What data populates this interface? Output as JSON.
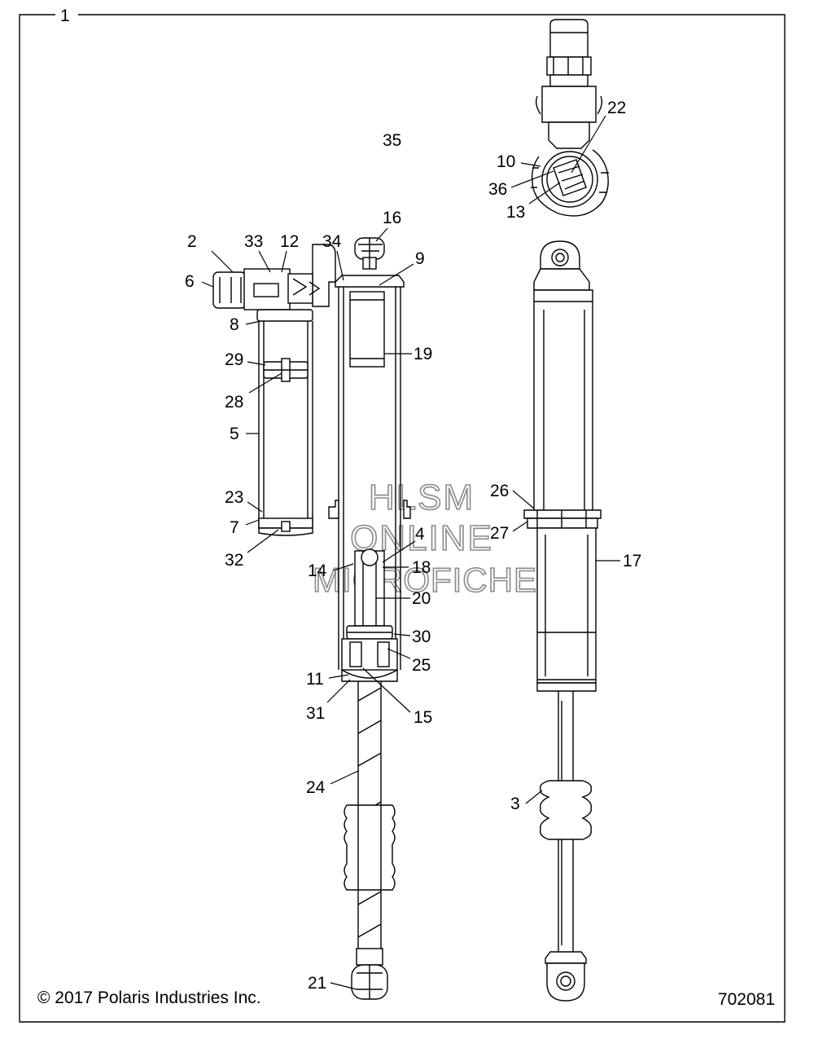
{
  "diagram": {
    "frame_number": "1",
    "copyright": "© 2017 Polaris Industries Inc.",
    "drawing_number": "702081",
    "watermark": {
      "line1": "HLSM",
      "line2": "ONLINE",
      "line3": "MICROFICHE"
    },
    "callouts": {
      "c1": "2",
      "c2": "33",
      "c3": "12",
      "c4": "34",
      "c5": "16",
      "c6": "9",
      "c7": "6",
      "c8": "8",
      "c9": "29",
      "c10": "28",
      "c11": "5",
      "c12": "23",
      "c13": "7",
      "c14": "32",
      "c15": "19",
      "c16": "35",
      "c17": "22",
      "c18": "10",
      "c19": "36",
      "c20": "13",
      "c21": "26",
      "c22": "27",
      "c23": "17",
      "c24": "4",
      "c25": "14",
      "c26": "18",
      "c27": "20",
      "c28": "30",
      "c29": "25",
      "c30": "11",
      "c31": "31",
      "c32": "15",
      "c33": "24",
      "c34": "3",
      "c35": "21"
    }
  }
}
